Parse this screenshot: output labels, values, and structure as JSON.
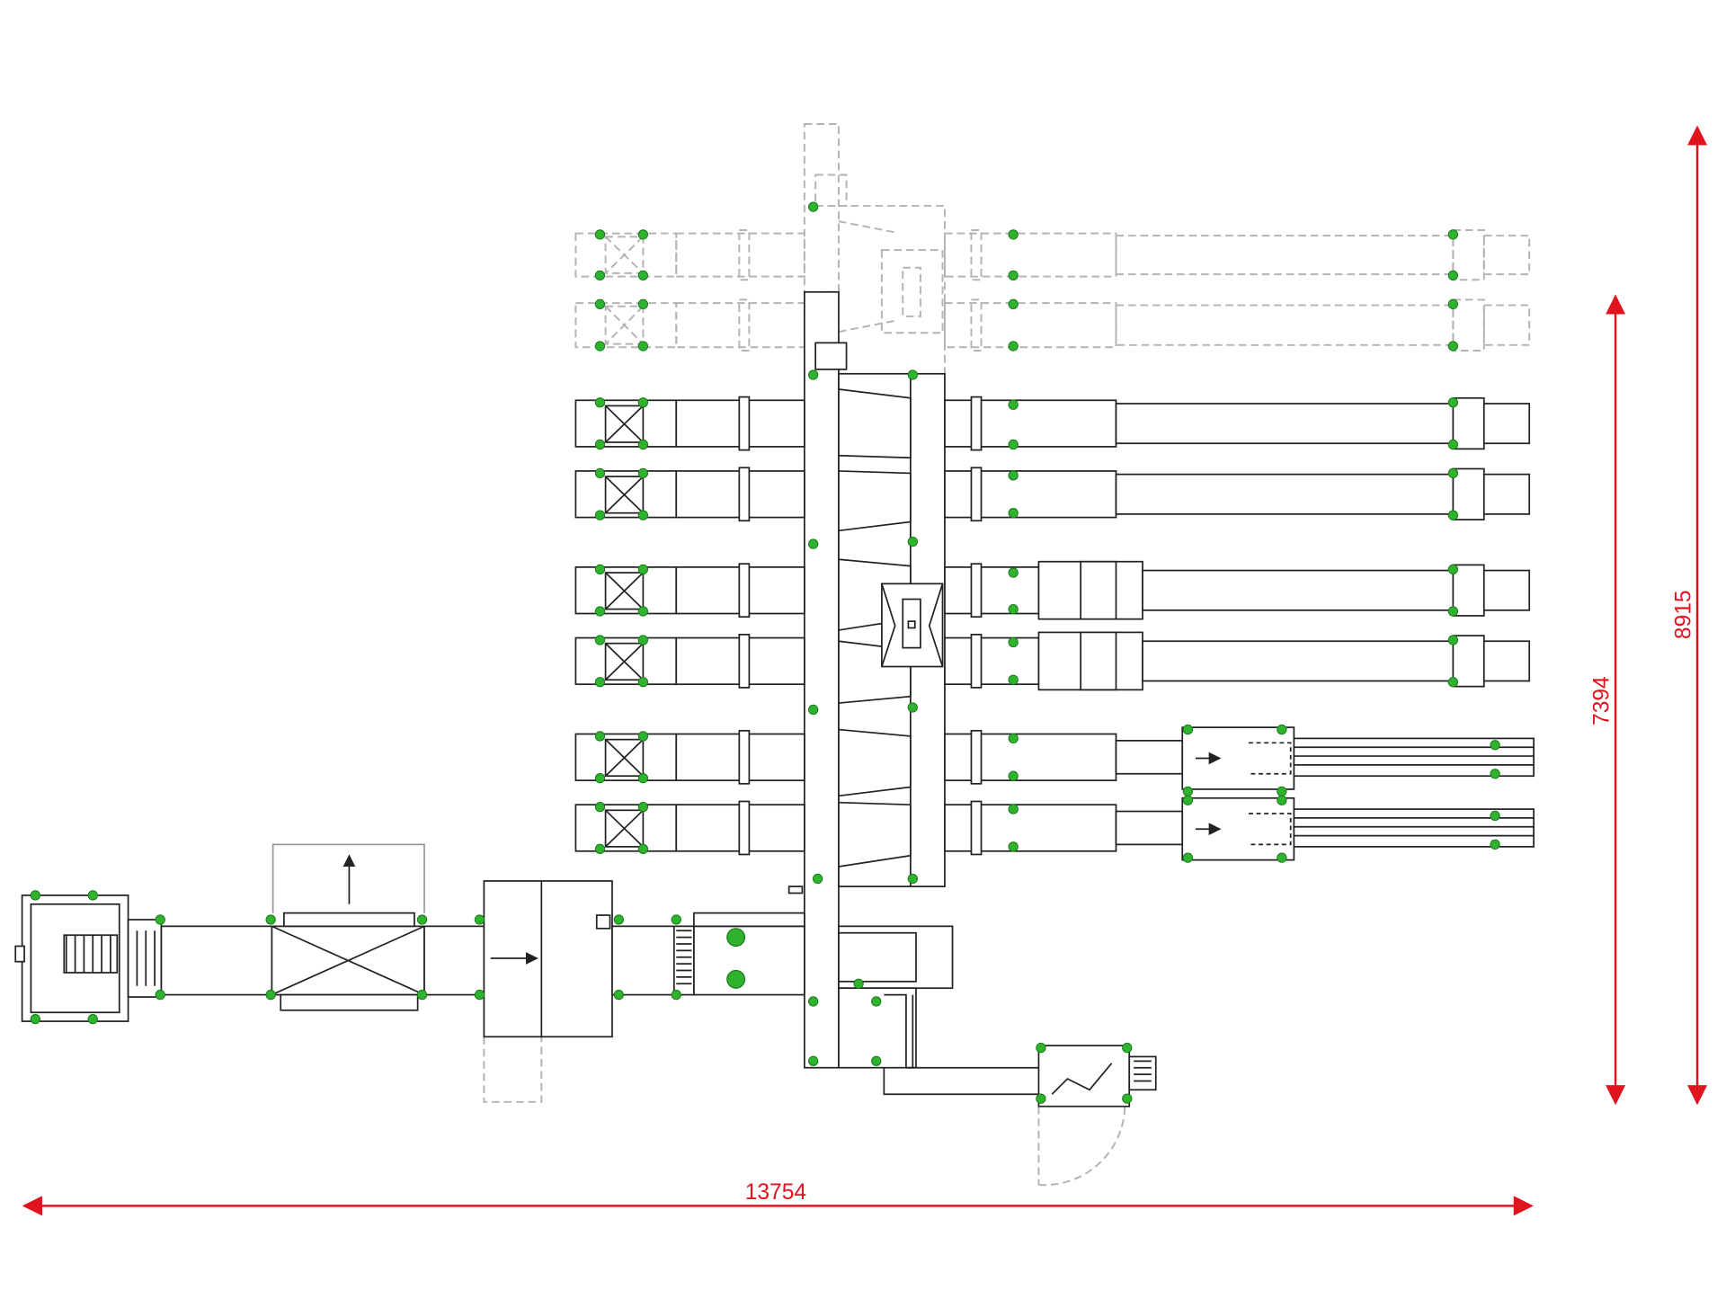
{
  "dimensions": {
    "width_label": "13754",
    "height_inner_label": "7394",
    "height_outer_label": "8915"
  },
  "colors": {
    "line": "#222222",
    "ghost": "#b4b4b4",
    "dimension": "#e0141e",
    "node": "#2fb32f"
  }
}
